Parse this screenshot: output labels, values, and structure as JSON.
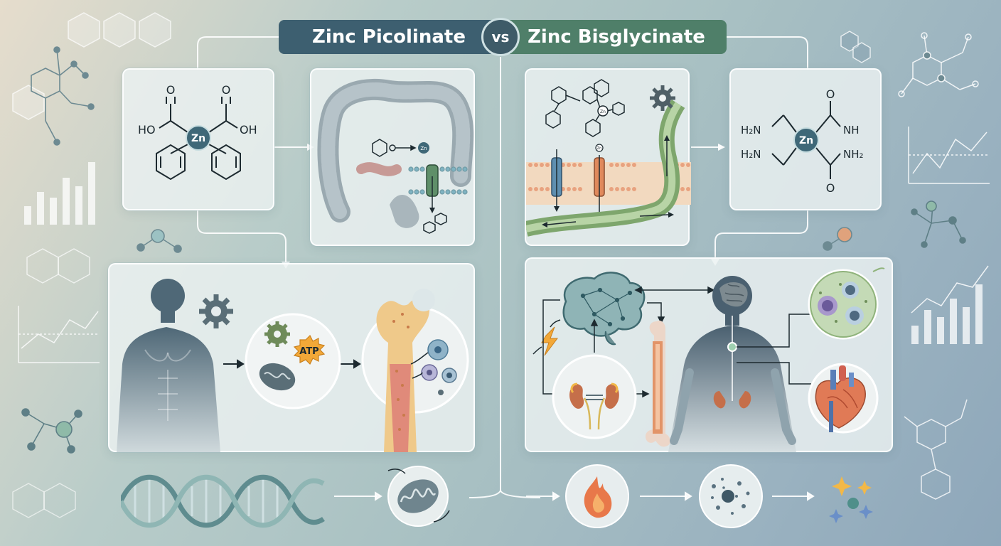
{
  "title": {
    "left": "Zinc Picolinate",
    "vs": "vs",
    "right": "Zinc Bisglycinate"
  },
  "picolinate": {
    "structure": {
      "metal": "Zn",
      "left_group": "HO",
      "right_group": "OH",
      "oxygen": "O"
    },
    "absorption": {
      "ion": "Zn"
    },
    "body": {
      "energy": "ATP"
    }
  },
  "bisglycinate": {
    "structure": {
      "metal": "Zn",
      "amine_top": "H₂N",
      "amine_bottom": "H₂N",
      "amide_top": "NH",
      "amide_bottom": "NH₂",
      "oxygen": "O"
    },
    "absorption": {
      "ion_left": "Zn",
      "ion_right": "Zn"
    }
  },
  "colors": {
    "picolinate_header": "#3d5f70",
    "bisglycinate_header": "#4f7f69",
    "vs_badge": "#3e5b68",
    "connector": "#ffffff"
  }
}
